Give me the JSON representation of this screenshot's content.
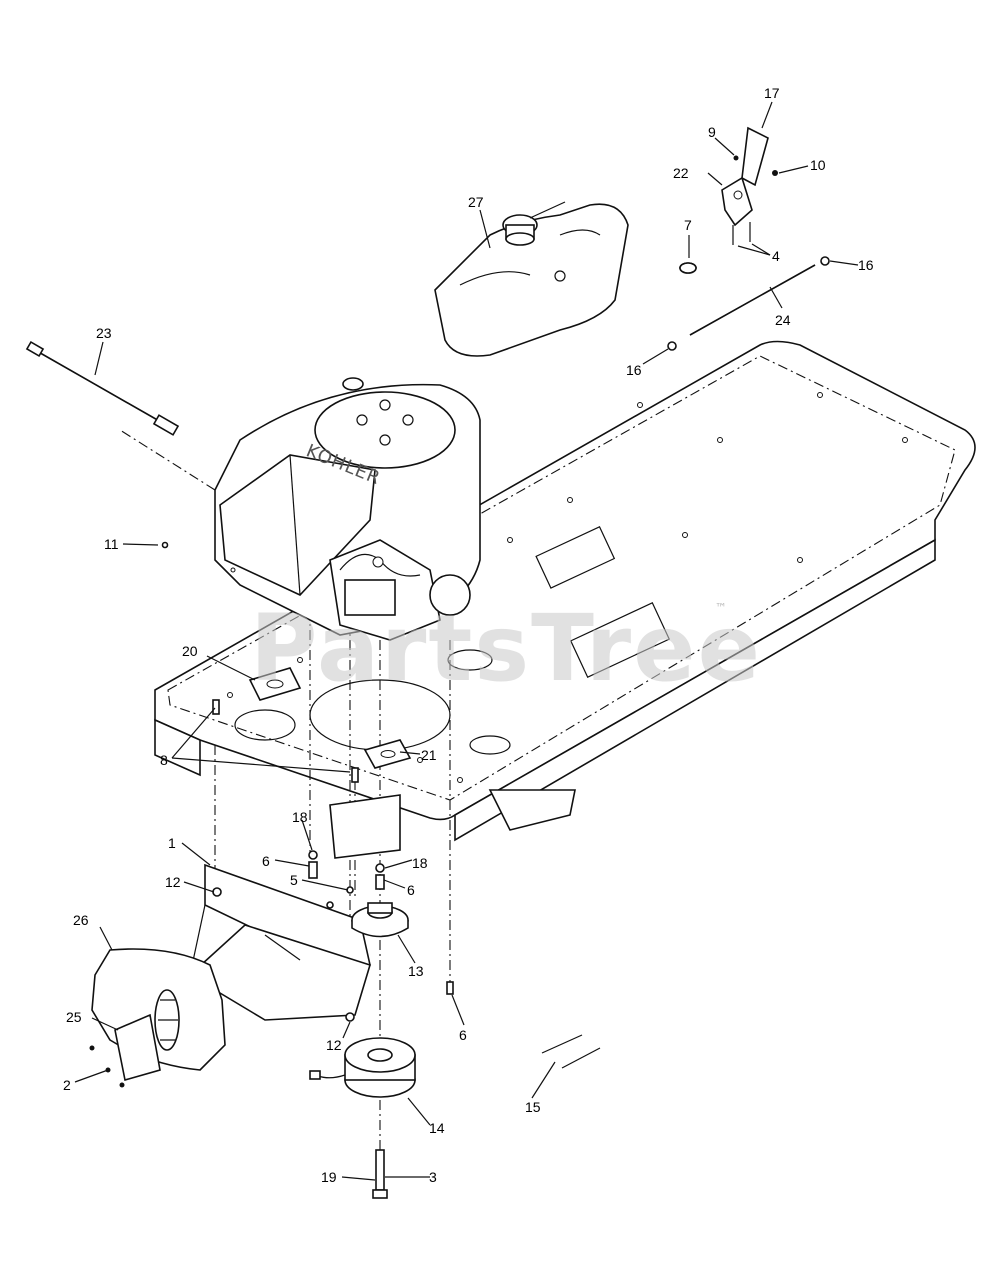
{
  "watermark": {
    "text": "PartsTree",
    "trademark": "™"
  },
  "engine_brand": "KOHLER",
  "callouts": [
    "1",
    "2",
    "3",
    "4",
    "5",
    "6",
    "7",
    "8",
    "9",
    "10",
    "11",
    "12",
    "13",
    "14",
    "15",
    "16",
    "17",
    "18",
    "19",
    "20",
    "21",
    "22",
    "23",
    "24",
    "25",
    "26",
    "27"
  ]
}
